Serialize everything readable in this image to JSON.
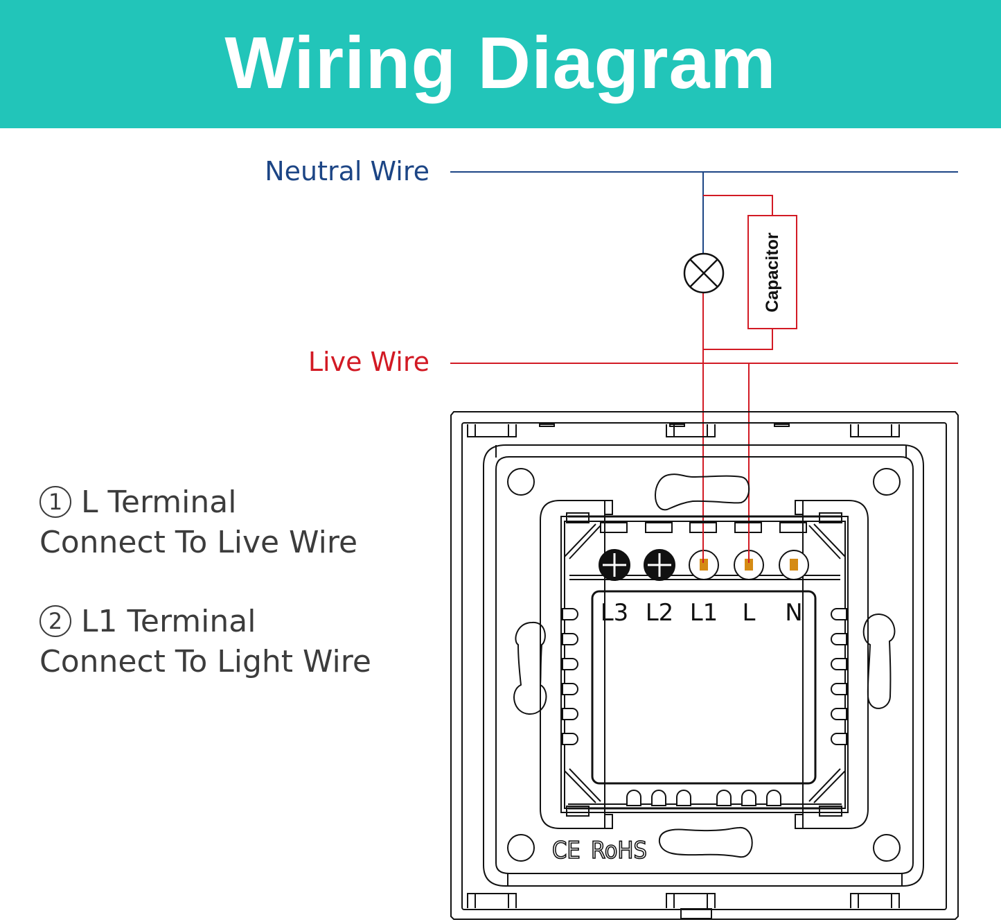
{
  "header": {
    "title": "Wiring Diagram"
  },
  "colors": {
    "banner_bg": "#22c5b9",
    "neutral": "#1c4585",
    "live": "#d21a24",
    "text": "#3c3c3c"
  },
  "wires": {
    "neutral_label": "Neutral Wire",
    "live_label": "Live Wire"
  },
  "components": {
    "capacitor_label": "Capacitor",
    "lamp_icon": "lamp-cross-circle-icon"
  },
  "legend": [
    {
      "number": "1",
      "title": "L Terminal",
      "description": "Connect To Live Wire"
    },
    {
      "number": "2",
      "title": "L1 Terminal",
      "description": "Connect To Light Wire"
    }
  ],
  "switch": {
    "terminals": [
      {
        "label": "L3",
        "state": "unused"
      },
      {
        "label": "L2",
        "state": "unused"
      },
      {
        "label": "L1",
        "state": "connected"
      },
      {
        "label": "L",
        "state": "connected"
      },
      {
        "label": "N",
        "state": "open"
      }
    ],
    "certifications": {
      "ce": "CE",
      "rohs": "RoHS"
    }
  }
}
